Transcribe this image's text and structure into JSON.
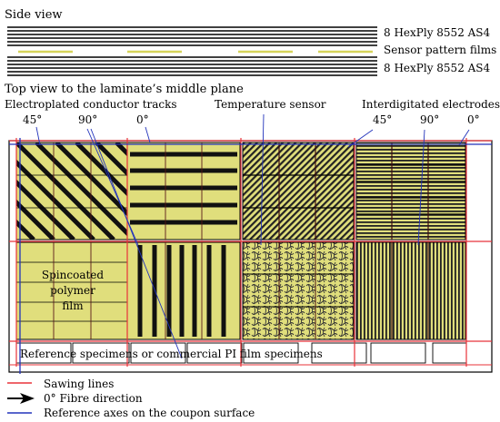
{
  "side_view": {
    "title": "Side view",
    "top_label": "8 HexPly 8552 AS4",
    "middle_label": "Sensor pattern films",
    "bottom_label": "8 HexPly 8552 AS4"
  },
  "top_view": {
    "title": "Top view to the laminate’s middle plane",
    "label_electroplated": "Electroplated conductor tracks",
    "label_temperature": "Temperature sensor",
    "label_interdigitated": "Interdigitated electrodes",
    "angle_left_45": "45°",
    "angle_left_90": "90°",
    "angle_left_0": "0°",
    "angle_right_45": "45°",
    "angle_right_90": "90°",
    "angle_right_0": "0°",
    "spincoated_line1": "Spincoated",
    "spincoated_line2": "polymer",
    "spincoated_line3": "film",
    "reference_text": "Reference specimens or commercial PI film specimens"
  },
  "legend": {
    "sawing": "Sawing lines",
    "fibre": "0° Fibre direction",
    "axes": "Reference axes on the coupon surface"
  },
  "colors": {
    "polymer_fill": "#e0de7c",
    "sawing_line": "#e8333a",
    "reference_axis": "#2233bb",
    "conductor": "#111111"
  }
}
